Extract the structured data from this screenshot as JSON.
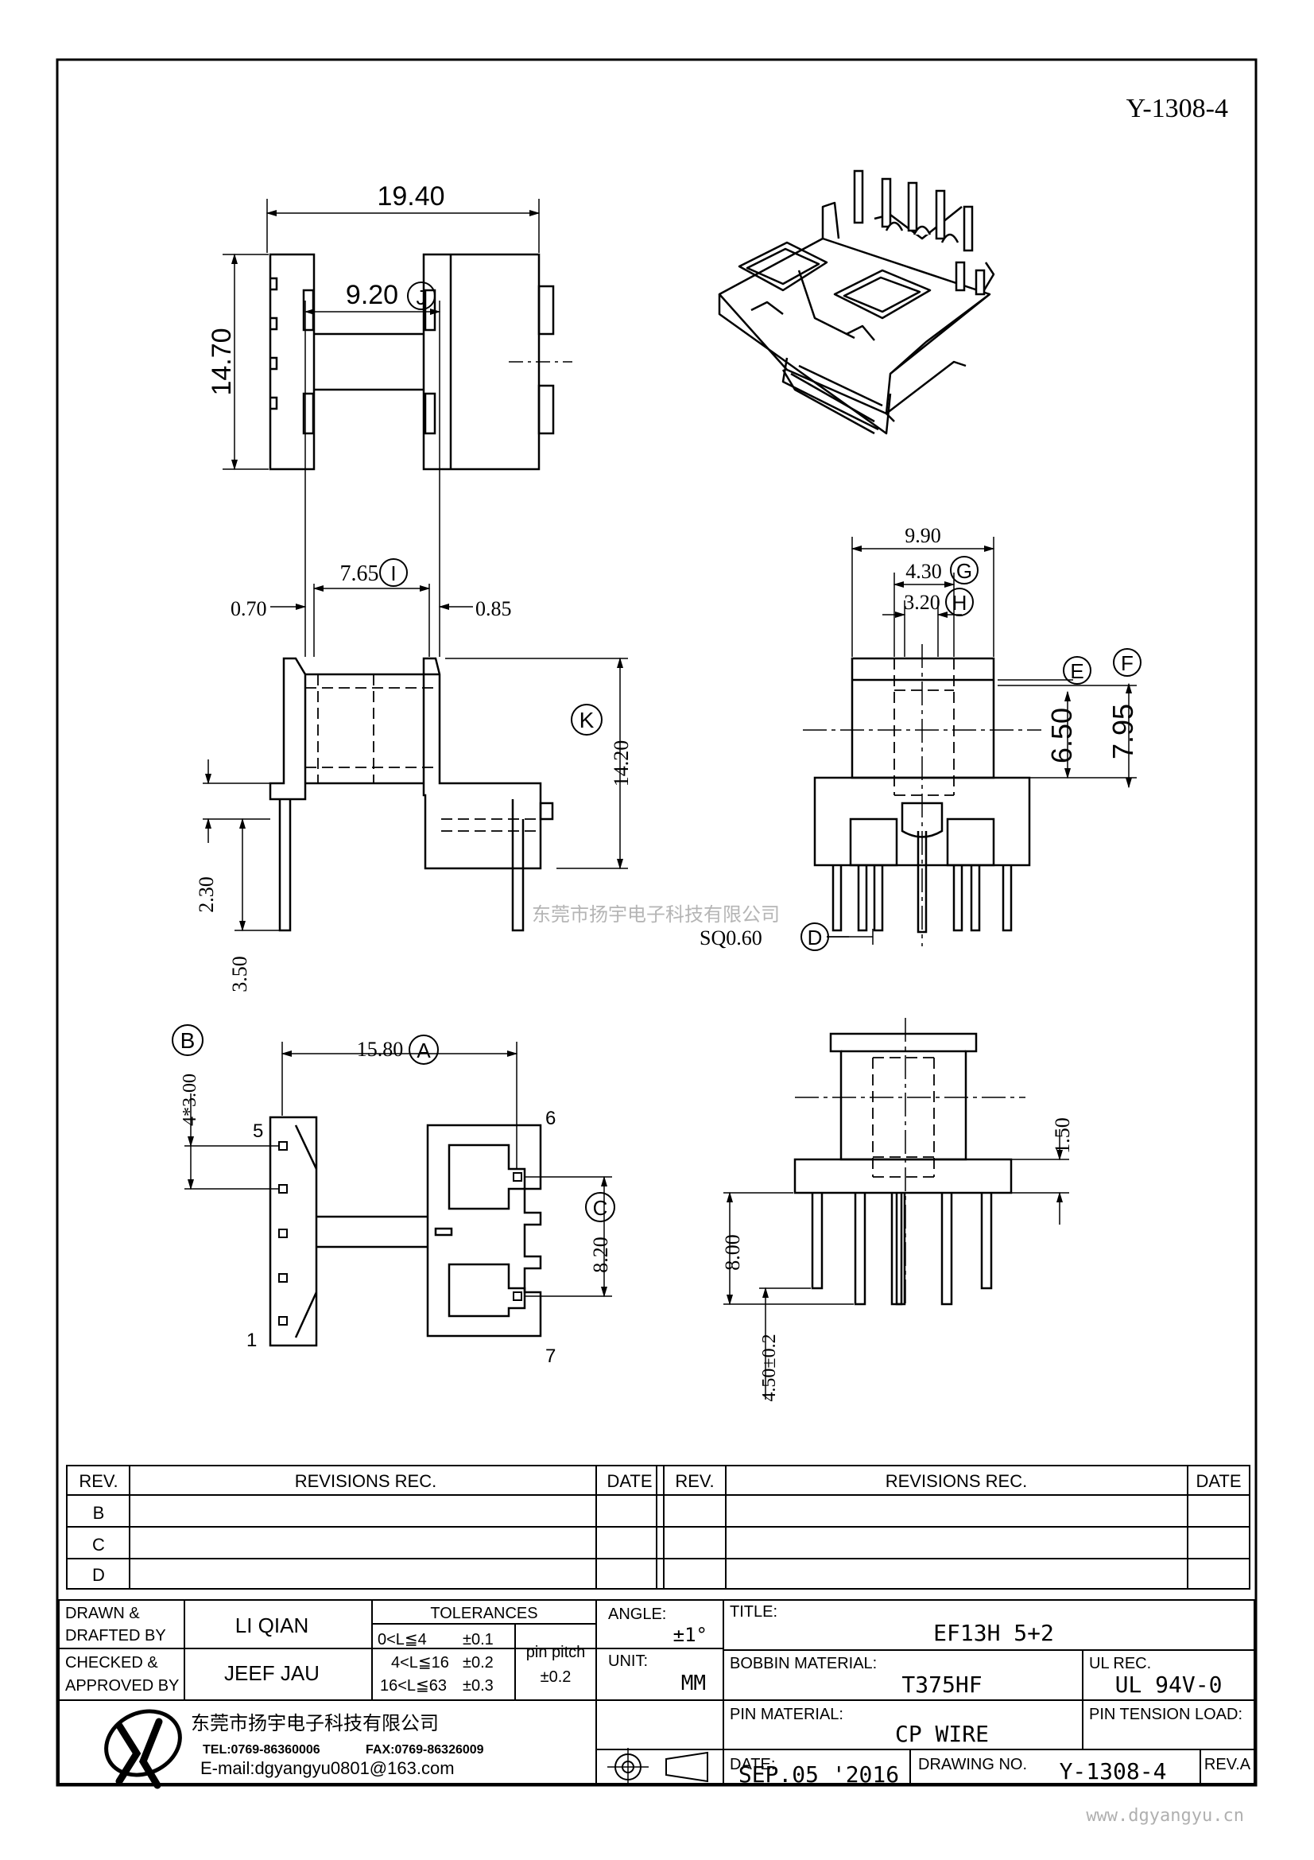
{
  "sheet": {
    "drawing_id": "Y-1308-4",
    "watermark_center": "东莞市扬宇电子科技有限公司",
    "watermark_corner": "www.dgyangyu.cn"
  },
  "dimensions": {
    "top_width": "19.40",
    "top_height": "14.70",
    "front_j": "9.20",
    "front_i": "7.65",
    "front_left": "0.70",
    "front_right": "0.85",
    "front_k": "14.20",
    "front_230": "2.30",
    "front_350": "3.50",
    "side_990": "9.90",
    "side_430": "4.30",
    "side_320": "3.20",
    "side_650": "6.50",
    "side_795": "7.95",
    "side_sq": "SQ0.60",
    "bottom_a": "15.80",
    "bottom_b": "4*3.00",
    "bottom_c": "8.20",
    "rear_150": "1.50",
    "rear_800": "8.00",
    "rear_450": "4.50±0.2"
  },
  "callouts": {
    "a": "A",
    "b": "B",
    "c": "C",
    "d": "D",
    "e": "E",
    "f": "F",
    "g": "G",
    "h": "H",
    "i": "I",
    "j": "J",
    "k": "K"
  },
  "pins": {
    "p1": "1",
    "p5": "5",
    "p6": "6",
    "p7": "7"
  },
  "revisions": {
    "col_rev": "REV.",
    "col_rec": "REVISIONS   REC.",
    "col_date": "DATE",
    "rows": [
      "B",
      "C",
      "D"
    ]
  },
  "titleblock": {
    "drawn_label_1": "DRAWN  &",
    "drawn_label_2": "DRAFTED  BY",
    "drawn_value": "LI QIAN",
    "checked_label_1": "CHECKED  &",
    "checked_label_2": "APPROVED  BY",
    "checked_value": "JEEF JAU",
    "tolerances_label": "TOLERANCES",
    "tol_1_range": "0<L≦4",
    "tol_1_value": "±0.1",
    "tol_2_range": "4<L≦16",
    "tol_2_value": "±0.2",
    "tol_3_range": "16<L≦63",
    "tol_3_value": "±0.3",
    "pin_pitch_label": "pin  pitch",
    "pin_pitch_value": "±0.2",
    "angle_label": "ANGLE:",
    "angle_value": "±1°",
    "unit_label": "UNIT:",
    "unit_value": "MM",
    "title_label": "TITLE:",
    "title_value": "EF13H  5+2",
    "bobbin_label": "BOBBIN  MATERIAL:",
    "bobbin_value": "T375HF",
    "ul_label": "UL  REC.",
    "ul_value": "UL  94V-0",
    "pin_material_label": "PIN  MATERIAL:",
    "pin_material_value": "CP  WIRE",
    "pin_tension_label": "PIN  TENSION  LOAD:",
    "date_label": "DATE:",
    "date_value": "SEP.05  '2016",
    "drawing_no_label": "DRAWING  NO.",
    "drawing_no_value": "Y-1308-4",
    "rev_value": "REV.A",
    "company_name": "东莞市扬宇电子科技有限公司",
    "company_tel": "TEL:0769-86360006",
    "company_fax": "FAX:0769-86326009",
    "company_email": "E-mail:dgyangyu0801@163.com"
  }
}
